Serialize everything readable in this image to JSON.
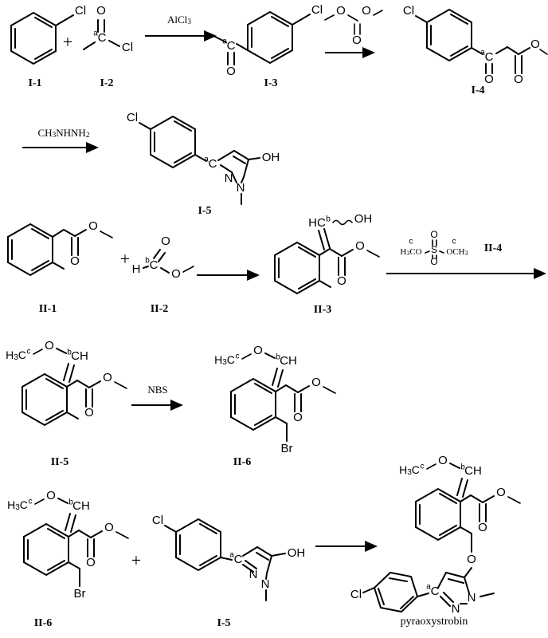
{
  "document": {
    "title": "Pyraoxystrobin synthesis scheme",
    "type": "chemical-reaction-scheme",
    "background_color": "#ffffff",
    "ink_color": "#000000"
  },
  "compounds": {
    "i1": {
      "label": "I-1",
      "name": "chlorobenzene",
      "atoms": {
        "cl": "Cl"
      }
    },
    "i2": {
      "label": "I-2",
      "name": "acetyl chloride",
      "atoms": {
        "o": "O",
        "c": "C",
        "c_sup": "a",
        "cl": "Cl"
      }
    },
    "i3": {
      "label": "I-3",
      "name": "4'-chloroacetophenone",
      "atoms": {
        "cl": "Cl",
        "c": "C",
        "c_sup": "a",
        "o": "O"
      }
    },
    "i4": {
      "label": "I-4",
      "name": "methyl 4-chlorobenzoylacetate",
      "atoms": {
        "cl": "Cl",
        "c": "C",
        "c_sup": "a",
        "o_ketone": "O",
        "o_ester_db": "O",
        "o_ester": "O"
      }
    },
    "i5": {
      "label": "I-5",
      "name": "3-(4-chlorophenyl)-1-methyl-1H-pyrazol-5-ol",
      "atoms": {
        "cl": "Cl",
        "c": "C",
        "c_sup": "a",
        "n1": "N",
        "n2": "N",
        "oh": "OH"
      }
    },
    "ii1": {
      "label": "II-1",
      "name": "methyl 2-methylphenylacetate",
      "atoms": {
        "o_db": "O",
        "o": "O"
      }
    },
    "ii2": {
      "label": "II-2",
      "name": "methyl formate",
      "atoms": {
        "o_db": "O",
        "h": "H",
        "c": "C",
        "c_sup": "b",
        "o": "O"
      }
    },
    "ii3": {
      "label": "II-3",
      "name": "methyl 2-(2-methylphenyl)-3-hydroxyacrylate",
      "atoms": {
        "hc": "HC",
        "hc_sup": "b",
        "oh": "OH",
        "o_db": "O",
        "o": "O"
      }
    },
    "ii4": {
      "label": "II-4",
      "name": "dimethyl sulfate"
    },
    "ii5": {
      "label": "II-5",
      "name": "methyl (E)-2-(2-methylphenyl)-3-methoxyacrylate",
      "atoms": {
        "h3c": "H",
        "h3c_sub": "3",
        "h3c_tail": "C",
        "h3c_sup": "c",
        "o_methoxy": "O",
        "ch": "CH",
        "ch_sup": "b",
        "o_db": "O",
        "o": "O"
      }
    },
    "ii6": {
      "label": "II-6",
      "name": "methyl (E)-2-(2-bromomethylphenyl)-3-methoxyacrylate",
      "atoms": {
        "h3c": "H",
        "h3c_sub": "3",
        "h3c_tail": "C",
        "h3c_sup": "c",
        "o_methoxy": "O",
        "ch": "CH",
        "ch_sup": "b",
        "o_db": "O",
        "o": "O",
        "br": "Br"
      }
    },
    "product": {
      "label": "pyraoxystrobin",
      "atoms": {
        "h3c": "H",
        "h3c_sub": "3",
        "h3c_tail": "C",
        "h3c_sup": "c",
        "o_methoxy": "O",
        "ch": "CH",
        "ch_sup": "b",
        "o_db": "O",
        "o": "O",
        "o_ether": "O",
        "n1": "N",
        "n2": "N",
        "c": "C",
        "c_sup": "a",
        "cl": "Cl"
      }
    }
  },
  "reagents": {
    "alcl3": {
      "text": "AlCl",
      "sub": "3"
    },
    "dimethyl_carbonate": {
      "atoms": {
        "o_left": "O",
        "o_right": "O",
        "o_db": "O"
      }
    },
    "methylhydrazine": {
      "text_a": "CH",
      "sub_a": "3",
      "text_b": "NHNH",
      "sub_b": "2"
    },
    "dimethyl_sulfate": {
      "left": "H",
      "left_sub": "3",
      "left_tail": "CO",
      "right": "OCH",
      "right_sub": "3",
      "s": "S",
      "o_top": "O",
      "o_bottom": "O",
      "sup_left": "c",
      "sup_right": "c"
    },
    "nbs": {
      "text": "NBS"
    }
  },
  "operators": {
    "plus": "+"
  },
  "steps": [
    {
      "id": "step-1",
      "reagent": "AlCl3",
      "reactants": [
        "I-1",
        "I-2"
      ],
      "product": "I-3"
    },
    {
      "id": "step-2",
      "reagent": "dimethyl carbonate",
      "reactants": [
        "I-3"
      ],
      "product": "I-4"
    },
    {
      "id": "step-3",
      "reagent": "CH3NHNH2",
      "reactants": [
        "I-4"
      ],
      "product": "I-5"
    },
    {
      "id": "step-4",
      "reagent": "",
      "reactants": [
        "II-1",
        "II-2"
      ],
      "product": "II-3"
    },
    {
      "id": "step-5",
      "reagent": "dimethyl sulfate (II-4)",
      "reactants": [
        "II-3"
      ],
      "product": "II-5"
    },
    {
      "id": "step-6",
      "reagent": "NBS",
      "reactants": [
        "II-5"
      ],
      "product": "II-6"
    },
    {
      "id": "step-7",
      "reagent": "",
      "reactants": [
        "II-6",
        "I-5"
      ],
      "product": "pyraoxystrobin"
    }
  ]
}
